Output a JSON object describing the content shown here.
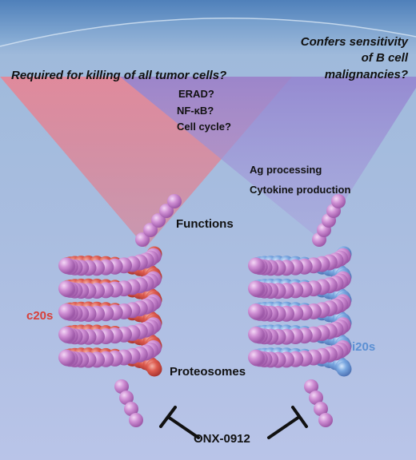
{
  "colors": {
    "c20s_label": "#d8403a",
    "i20s_label": "#5b8fd3",
    "c20s_bead": "#d9574d",
    "i20s_bead": "#6aa0de",
    "outer_bead": "#c27bc8",
    "left_beam": "#e67a88",
    "right_beam": "#9a8fd6"
  },
  "labels": {
    "left_question": "Required for killing of all tumor cells?",
    "right_question_line1": "Confers sensitivity",
    "right_question_line2": "of B cell",
    "right_question_line3": "malignancies?",
    "erad": "ERAD?",
    "nfkb": "NF-κB?",
    "cell_cycle": "Cell cycle?",
    "ag_processing": "Ag processing",
    "cytokine": "Cytokine production",
    "functions": "Functions",
    "c20s": "c20s",
    "i20s": "i20s",
    "proteosomes": "Proteosomes",
    "drug": "ONX-0912"
  }
}
